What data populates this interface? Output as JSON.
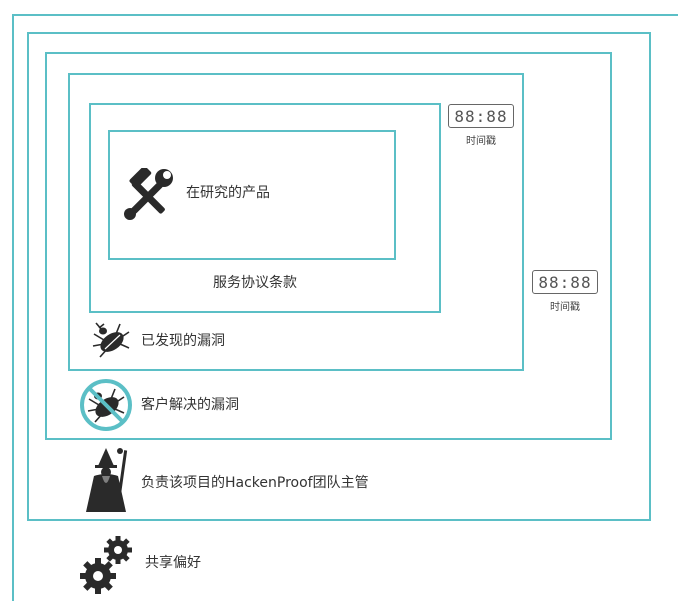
{
  "labels": {
    "product": "在研究的产品",
    "terms": "服务协议条款",
    "found_bugs": "已发现的漏洞",
    "resolved_bugs": "客户解决的漏洞",
    "manager": "负责该项目的HackenProof团队主管",
    "preferences": "共享偏好"
  },
  "timers": [
    {
      "display": "88:88",
      "caption": "时间戳"
    },
    {
      "display": "88:88",
      "caption": "时间戳"
    }
  ],
  "colors": {
    "frame": "#5bbfc6",
    "icon": "#2a2a2a"
  },
  "icons": [
    "tools-icon",
    "bug-icon",
    "no-bug-icon",
    "wizard-icon",
    "gears-icon"
  ]
}
